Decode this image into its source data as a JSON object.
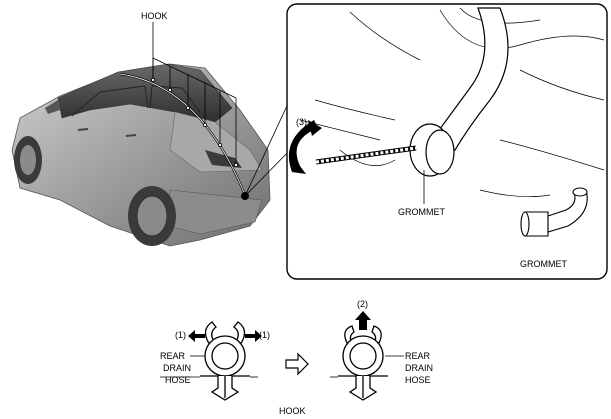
{
  "labels": {
    "hook_top": "HOOK",
    "step3": "(3)",
    "grommet_main": "GROMMET",
    "grommet_part": "GROMMET",
    "step1_left": "(1)",
    "step1_right": "(1)",
    "step2": "(2)",
    "rear_left": "REAR",
    "drain_left": "DRAIN",
    "hose_left": "HOSE",
    "rear_right": "REAR",
    "drain_right": "DRAIN",
    "hose_right": "HOSE",
    "hook_bottom": "HOOK"
  },
  "colors": {
    "car_body": "#9a9a9a",
    "car_dark": "#4a4a4a",
    "line": "#000000"
  }
}
